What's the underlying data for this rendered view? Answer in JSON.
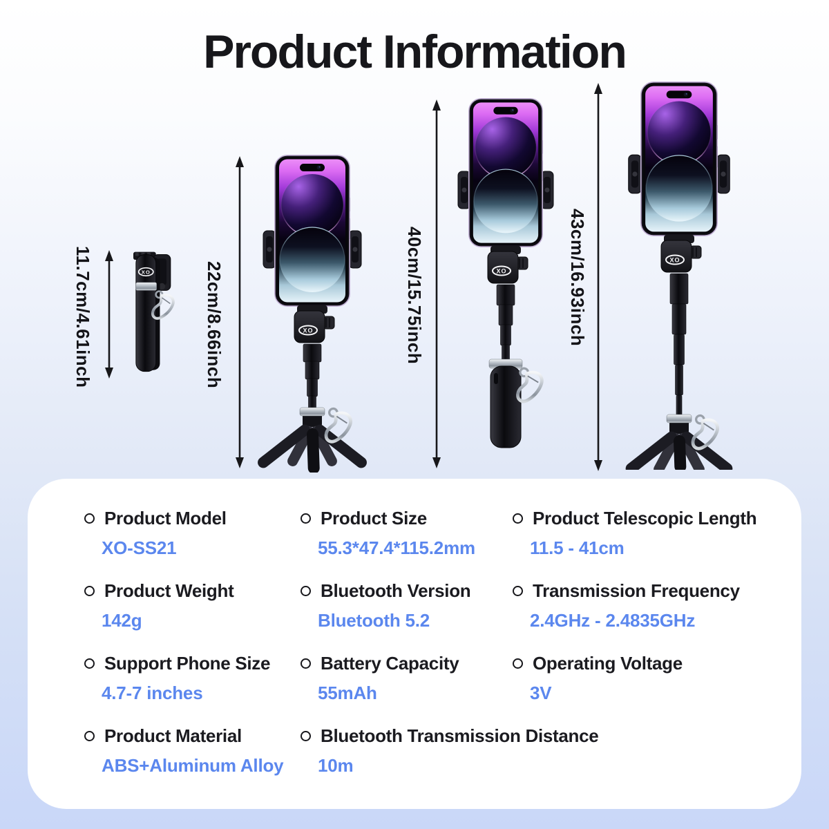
{
  "title": "Product Information",
  "brand": {
    "logo": "XO"
  },
  "products": [
    {
      "name": "folded",
      "dimension": "11.7cm/4.61inch"
    },
    {
      "name": "tripod-compact",
      "dimension": "22cm/8.66inch"
    },
    {
      "name": "selfie-stick-extended",
      "dimension": "40cm/15.75inch"
    },
    {
      "name": "tripod-extended",
      "dimension": "43cm/16.93inch"
    }
  ],
  "specs": [
    {
      "label": "Product Model",
      "value": "XO-SS21"
    },
    {
      "label": "Product Size",
      "value": "55.3*47.4*115.2mm"
    },
    {
      "label": "Product Telescopic Length",
      "value": "11.5 - 41cm"
    },
    {
      "label": "Product Weight",
      "value": "142g"
    },
    {
      "label": "Bluetooth Version",
      "value": "Bluetooth 5.2"
    },
    {
      "label": "Transmission Frequency",
      "value": "2.4GHz - 2.4835GHz"
    },
    {
      "label": "Support Phone Size",
      "value": "4.7-7 inches"
    },
    {
      "label": "Battery Capacity",
      "value": "55mAh"
    },
    {
      "label": "Operating Voltage",
      "value": "3V"
    },
    {
      "label": "Product Material",
      "value": "ABS+Aluminum Alloy"
    },
    {
      "label": "Bluetooth Transmission Distance",
      "value": "10m"
    }
  ],
  "colors": {
    "accent_blue": "#5b87ee",
    "text_dark": "#17171b",
    "card_bg": "#ffffff",
    "page_bg_bottom": "#c9d7f8"
  }
}
